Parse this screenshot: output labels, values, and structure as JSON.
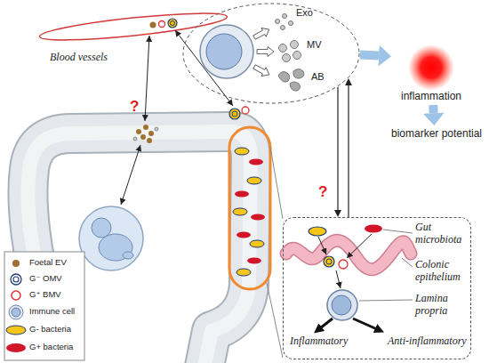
{
  "diagram": {
    "nodes": [
      {
        "text": [
          "Exo",
          "MV",
          "AB"
        ]
      },
      {
        "text": [
          "inflammation"
        ]
      },
      {
        "text": [
          "biomarker potential"
        ]
      },
      {
        "text": [
          "Gut microbiota",
          "Colonic epithelium",
          "Lamina propria"
        ]
      }
    ],
    "edges": [
      {
        "from": 0,
        "to": 1,
        "arrow": "to"
      },
      {
        "from": 1,
        "to": 2,
        "arrow": "to"
      },
      {
        "from": 0,
        "to": 3,
        "arrow": "to"
      },
      {
        "from": 3,
        "to": 0,
        "arrow": "to",
        "label": "?"
      }
    ],
    "labels": [
      "Blood vessels",
      "?",
      "Inflammatory",
      "Anti-inflammatory"
    ],
    "legend": [
      {
        "text": "Foetal EV"
      },
      {
        "text": "G⁻ OMV"
      },
      {
        "text": "G⁺ BMV"
      },
      {
        "text": "Immune cell"
      },
      {
        "text": "G- bacteria"
      },
      {
        "text": "G+ bacteria"
      }
    ]
  }
}
